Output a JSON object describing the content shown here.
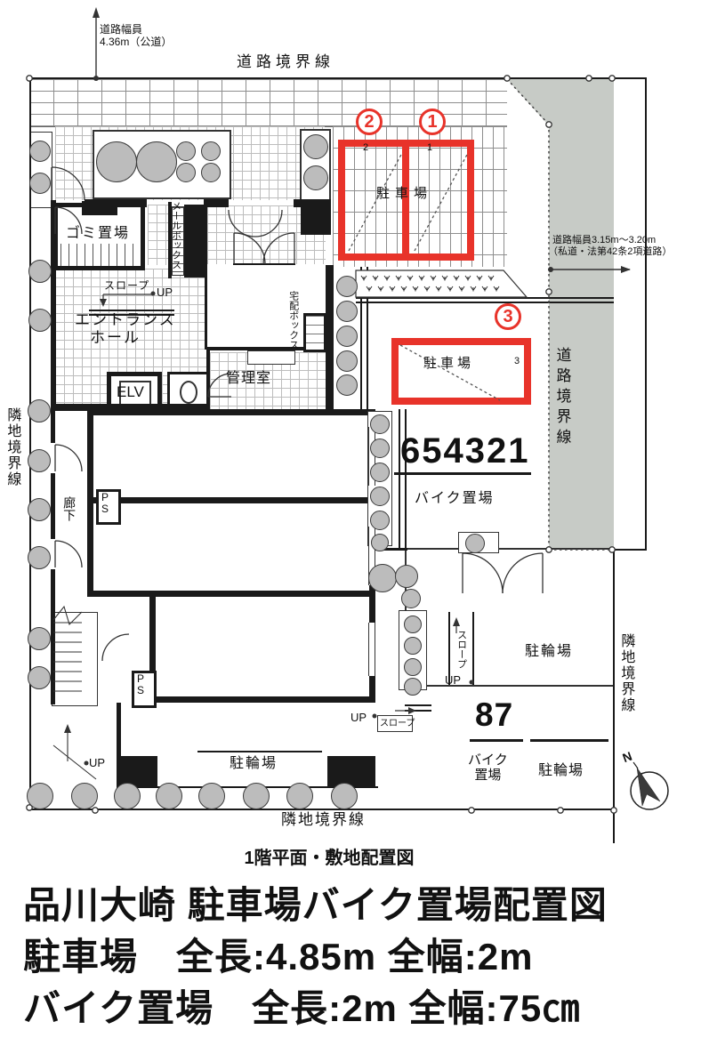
{
  "plan": {
    "top": {
      "road_width_line1": "道路幅員",
      "road_width_line2": "4.36m（公道）",
      "road_boundary": "道路境界線"
    },
    "parking12": {
      "label": "駐車場",
      "badge2": "2",
      "badge1": "1",
      "space_no2": "2",
      "space_no1": "1"
    },
    "parking3": {
      "label": "駐車場",
      "badge3": "3",
      "space_no3": "3"
    },
    "right_road": {
      "width_line1": "道路幅員3.15m〜3.20m",
      "width_line2": "（私道・法第42条2項道路）",
      "boundary_vertical": "道路境界線"
    },
    "bike_mid": {
      "numbers": "654321",
      "label": "バイク置場"
    },
    "building": {
      "garbage": "ゴミ置場",
      "mailbox": "メールボックス",
      "slope": "スロープ",
      "up": "UP",
      "entrance_line1": "エントランス",
      "entrance_line2": "ホール",
      "delivery": "宅配ボックス",
      "elevator": "ELV",
      "admin": "管理室",
      "corridor": "廊下",
      "ps": "PS"
    },
    "right_lower": {
      "bicycle": "駐輪場",
      "slope": "スロープ",
      "up": "UP",
      "adjacent": "隣地境界線",
      "num": "87",
      "bike_line1": "バイク",
      "bike_line2": "置場",
      "bicycle2": "駐輪場"
    },
    "bottom": {
      "bicycle": "駐輪場",
      "up_stairs": "UP",
      "up": "UP",
      "slope": "スロープ",
      "adjacent": "隣地境界線"
    },
    "left": {
      "adjacent": "隣地境界線"
    },
    "compass": {
      "n": "N"
    }
  },
  "footer": {
    "caption": "1階平面・敷地配置図",
    "title": "品川大崎 駐車場バイク置場配置図",
    "spec_parking": "駐車場　全長:4.85m 全幅:2m",
    "spec_bike": "バイク置場　全長:2m 全幅:75㎝"
  },
  "colors": {
    "red": "#e8332a",
    "road_gray": "#c7cbc6"
  }
}
